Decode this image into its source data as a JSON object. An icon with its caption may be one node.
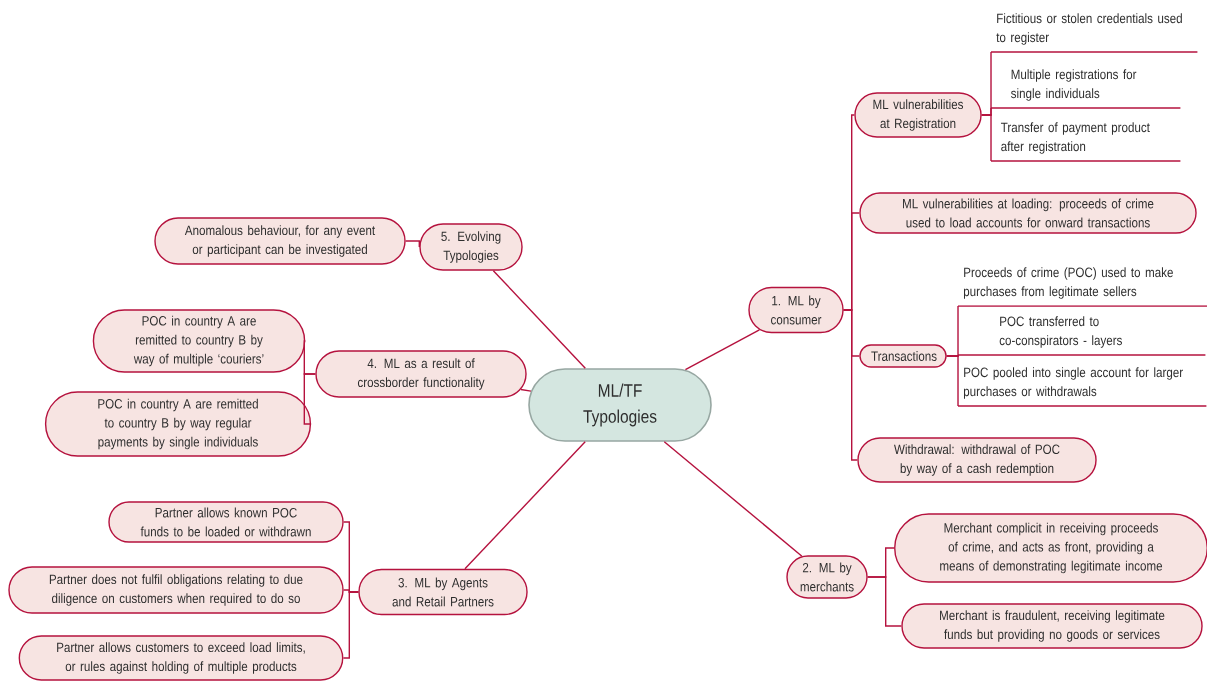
{
  "diagram": {
    "nodes": [
      {
        "text": [
          "ML/TF Typologies"
        ]
      },
      {
        "text": [
          "1. ML by consumer"
        ]
      },
      {
        "text": [
          "ML vulnerabilities at Registration"
        ]
      },
      {
        "text": [
          "Fictitious or stolen credentials used to register"
        ]
      },
      {
        "text": [
          "Multiple registrations for single individuals"
        ]
      },
      {
        "text": [
          "Transfer of payment product after registration"
        ]
      },
      {
        "text": [
          "ML vulnerabilities at loading: proceeds of crime used to load accounts for onward transactions"
        ]
      },
      {
        "text": [
          "Transactions"
        ]
      },
      {
        "text": [
          "Proceeds of crime (POC) used to make purchases from legitimate sellers"
        ]
      },
      {
        "text": [
          "POC transferred to co-conspirators - layers"
        ]
      },
      {
        "text": [
          "POC pooled into single account for larger purchases or withdrawals"
        ]
      },
      {
        "text": [
          "Withdrawal: withdrawal of POC by way of a cash redemption"
        ]
      },
      {
        "text": [
          "2. ML by merchants"
        ]
      },
      {
        "text": [
          "Merchant complicit in receiving proceeds of crime, and acts as front, providing a means of demonstrating legitimate income"
        ]
      },
      {
        "text": [
          "Merchant is fraudulent, receiving legitimate funds but providing no goods or services"
        ]
      },
      {
        "text": [
          "3. ML by Agents and Retail Partners"
        ]
      },
      {
        "text": [
          "Partner allows known POC funds to be loaded or withdrawn"
        ]
      },
      {
        "text": [
          "Partner does not fulfil obligations relating to due diligence on customers when required to do so"
        ]
      },
      {
        "text": [
          "Partner allows customers to exceed load limits, or rules against holding of multiple products"
        ]
      },
      {
        "text": [
          "4. ML as a result of crossborder functionality"
        ]
      },
      {
        "text": [
          "POC in country A are remitted to country B by way of multiple ‘couriers’"
        ]
      },
      {
        "text": [
          "POC in country A are remitted to country B by way regular payments by single individuals"
        ]
      },
      {
        "text": [
          "5. Evolving Typologies"
        ]
      },
      {
        "text": [
          "Anomalous behaviour, for any event or participant can be investigated"
        ]
      }
    ],
    "edges": [
      {
        "from": 0,
        "to": 1,
        "arrow": "none"
      },
      {
        "from": 1,
        "to": 2,
        "arrow": "none"
      },
      {
        "from": 2,
        "to": 3,
        "arrow": "none"
      },
      {
        "from": 2,
        "to": 4,
        "arrow": "none"
      },
      {
        "from": 2,
        "to": 5,
        "arrow": "none"
      },
      {
        "from": 1,
        "to": 6,
        "arrow": "none"
      },
      {
        "from": 1,
        "to": 7,
        "arrow": "none"
      },
      {
        "from": 7,
        "to": 8,
        "arrow": "none"
      },
      {
        "from": 7,
        "to": 9,
        "arrow": "none"
      },
      {
        "from": 7,
        "to": 10,
        "arrow": "none"
      },
      {
        "from": 1,
        "to": 11,
        "arrow": "none"
      },
      {
        "from": 0,
        "to": 12,
        "arrow": "none"
      },
      {
        "from": 12,
        "to": 13,
        "arrow": "none"
      },
      {
        "from": 12,
        "to": 14,
        "arrow": "none"
      },
      {
        "from": 0,
        "to": 15,
        "arrow": "none"
      },
      {
        "from": 15,
        "to": 16,
        "arrow": "none"
      },
      {
        "from": 15,
        "to": 17,
        "arrow": "none"
      },
      {
        "from": 15,
        "to": 18,
        "arrow": "none"
      },
      {
        "from": 0,
        "to": 19,
        "arrow": "none"
      },
      {
        "from": 19,
        "to": 20,
        "arrow": "none"
      },
      {
        "from": 19,
        "to": 21,
        "arrow": "none"
      },
      {
        "from": 0,
        "to": 22,
        "arrow": "none"
      },
      {
        "from": 22,
        "to": 23,
        "arrow": "none"
      }
    ]
  }
}
